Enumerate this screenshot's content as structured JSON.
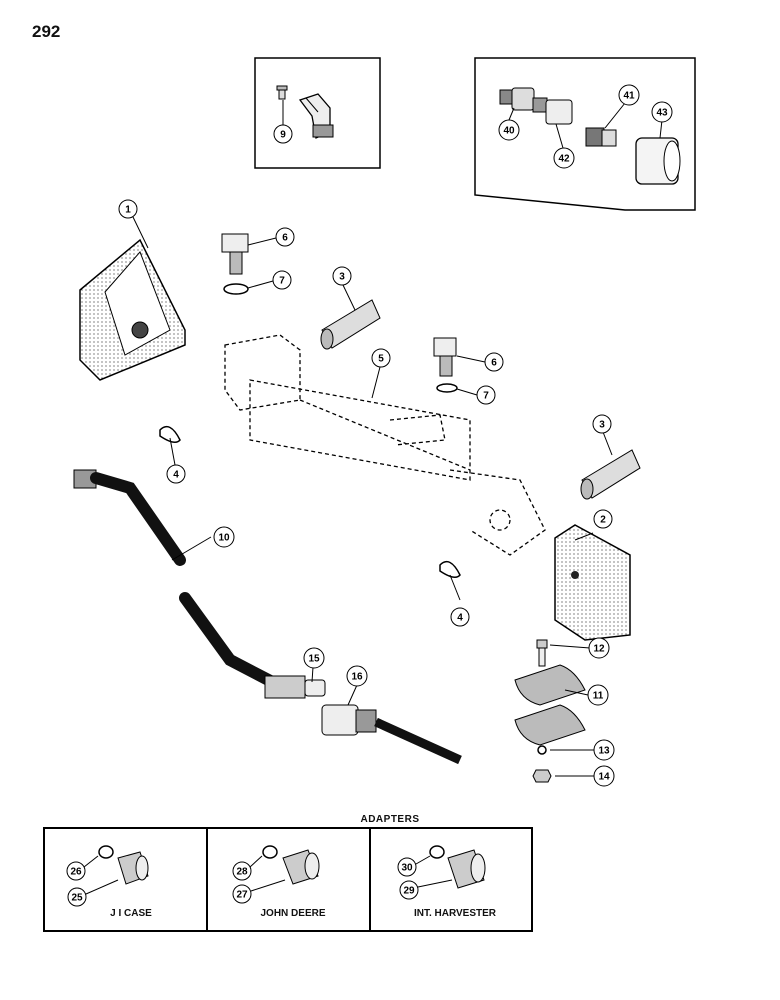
{
  "page_number": "292",
  "adapters": {
    "title": "ADAPTERS",
    "panels": [
      {
        "label": "J I CASE",
        "parts": [
          "26",
          "25"
        ]
      },
      {
        "label": "JOHN DEERE",
        "parts": [
          "28",
          "27"
        ]
      },
      {
        "label": "INT. HARVESTER",
        "parts": [
          "30",
          "29"
        ]
      }
    ]
  },
  "callouts": {
    "c1": "1",
    "c2": "2",
    "c3a": "3",
    "c3b": "3",
    "c4a": "4",
    "c4b": "4",
    "c5": "5",
    "c6a": "6",
    "c6b": "6",
    "c7a": "7",
    "c7b": "7",
    "c9": "9",
    "c10": "10",
    "c11": "11",
    "c12": "12",
    "c13": "13",
    "c14": "14",
    "c15": "15",
    "c16": "16",
    "c40": "40",
    "c41": "41",
    "c42": "42",
    "c43": "43"
  }
}
